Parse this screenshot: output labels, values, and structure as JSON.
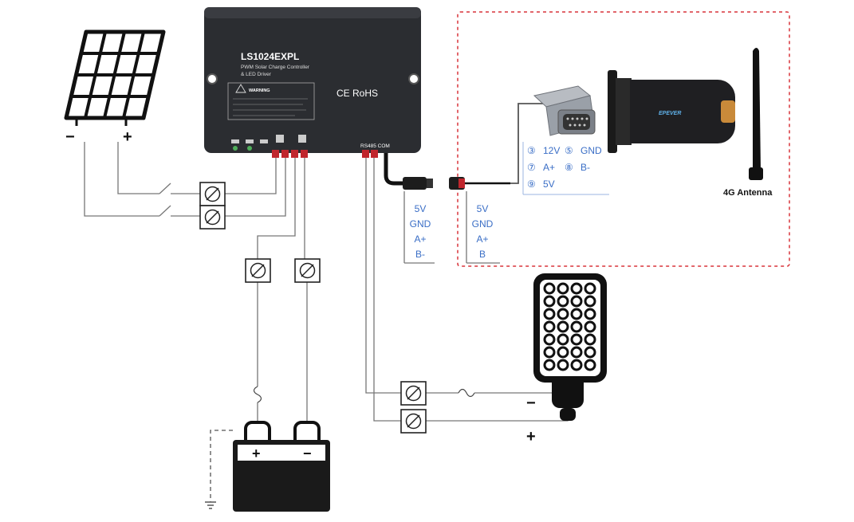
{
  "controller": {
    "model": "LS1024EXPL",
    "subtitle_1": "PWM Solar Charge Controller",
    "subtitle_2": "& LED Driver",
    "warning": "WARNING",
    "marks": "CE RoHS",
    "terminal_label": "RS485 COM"
  },
  "solar_panel": {
    "minus": "−",
    "plus": "+"
  },
  "connector_left": {
    "pins": [
      "5V",
      "GND",
      "A+",
      "B-"
    ]
  },
  "connector_right": {
    "pins": [
      "5V",
      "GND",
      "A+",
      "B"
    ]
  },
  "db9_pinout": {
    "row1": [
      "③",
      "12V",
      "⑤",
      "GND"
    ],
    "row2": [
      "⑦",
      "A+",
      "⑧",
      "B-"
    ],
    "row3": [
      "⑨",
      "5V"
    ]
  },
  "modem": {
    "brand": "EPEVER"
  },
  "antenna": {
    "label": "4G Antenna"
  },
  "battery": {
    "plus": "+",
    "minus": "−"
  },
  "lamp": {
    "minus": "−",
    "plus": "+"
  },
  "colors": {
    "device_body": "#2b2d31",
    "dashed_border": "#d8343a",
    "pin_text": "#3a6ec6",
    "wire": "#777777"
  }
}
